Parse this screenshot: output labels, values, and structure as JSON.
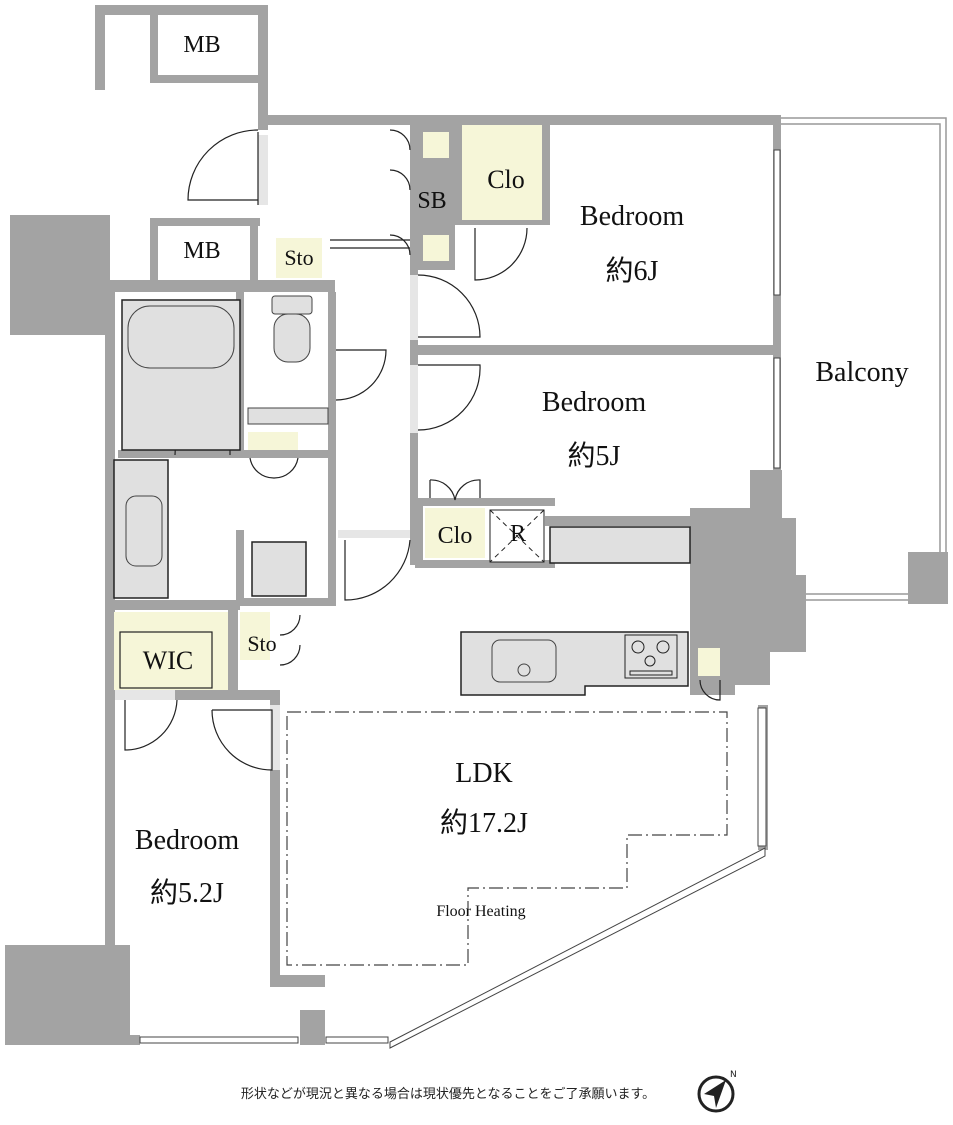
{
  "rooms": {
    "mb_top": "MB",
    "mb_mid": "MB",
    "sb": "SB",
    "clo_bed1": "Clo",
    "sto_hall": "Sto",
    "bed1_name": "Bedroom",
    "bed1_size": "約6J",
    "balcony": "Balcony",
    "bed2_name": "Bedroom",
    "bed2_size": "約5J",
    "clo_bed2": "Clo",
    "fridge": "R",
    "wic": "WIC",
    "sto_wic": "Sto",
    "ldk_name": "LDK",
    "ldk_size": "約17.2J",
    "floor_heating": "Floor Heating",
    "bed3_name": "Bedroom",
    "bed3_size": "約5.2J"
  },
  "footer": {
    "disclaimer": "形状などが現況と異なる場合は現状優先となることをご了承願います。",
    "compass_label": "N"
  },
  "colors": {
    "wall": "#a3a3a3",
    "closet": "#f6f6d8",
    "fixture": "#e0e0e0"
  }
}
